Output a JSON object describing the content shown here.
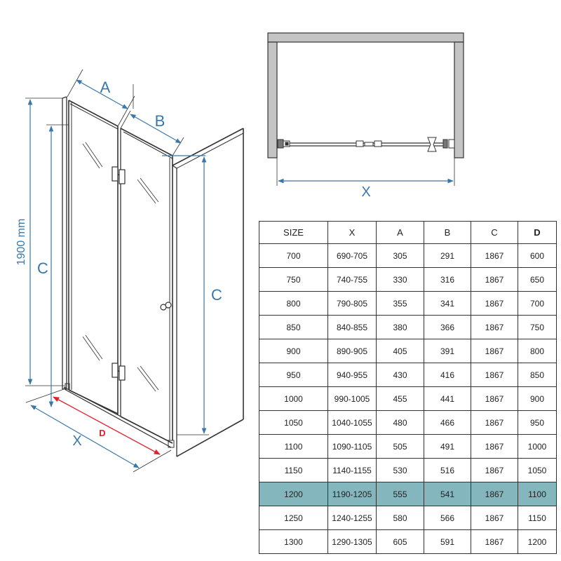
{
  "diagram": {
    "labels": {
      "A": "A",
      "B": "B",
      "C_left": "C",
      "C_right": "C",
      "D": "D",
      "X_perspective": "X",
      "X_top": "X",
      "height": "1900 mm"
    },
    "colors": {
      "dimension": "#3a78a8",
      "highlight_dimension": "#e0202a",
      "outline": "#333333",
      "highlight_row": "#84b6bd"
    }
  },
  "table": {
    "headers": [
      "SIZE",
      "X",
      "A",
      "B",
      "C",
      "D"
    ],
    "highlight_row_index": 10,
    "rows": [
      [
        "700",
        "690-705",
        "305",
        "291",
        "1867",
        "600"
      ],
      [
        "750",
        "740-755",
        "330",
        "316",
        "1867",
        "650"
      ],
      [
        "800",
        "790-805",
        "355",
        "341",
        "1867",
        "700"
      ],
      [
        "850",
        "840-855",
        "380",
        "366",
        "1867",
        "750"
      ],
      [
        "900",
        "890-905",
        "405",
        "391",
        "1867",
        "800"
      ],
      [
        "950",
        "940-955",
        "430",
        "416",
        "1867",
        "850"
      ],
      [
        "1000",
        "990-1005",
        "455",
        "441",
        "1867",
        "900"
      ],
      [
        "1050",
        "1040-1055",
        "480",
        "466",
        "1867",
        "950"
      ],
      [
        "1100",
        "1090-1105",
        "505",
        "491",
        "1867",
        "1000"
      ],
      [
        "1150",
        "1140-1155",
        "530",
        "516",
        "1867",
        "1050"
      ],
      [
        "1200",
        "1190-1205",
        "555",
        "541",
        "1867",
        "1100"
      ],
      [
        "1250",
        "1240-1255",
        "580",
        "566",
        "1867",
        "1150"
      ],
      [
        "1300",
        "1290-1305",
        "605",
        "591",
        "1867",
        "1200"
      ]
    ]
  }
}
